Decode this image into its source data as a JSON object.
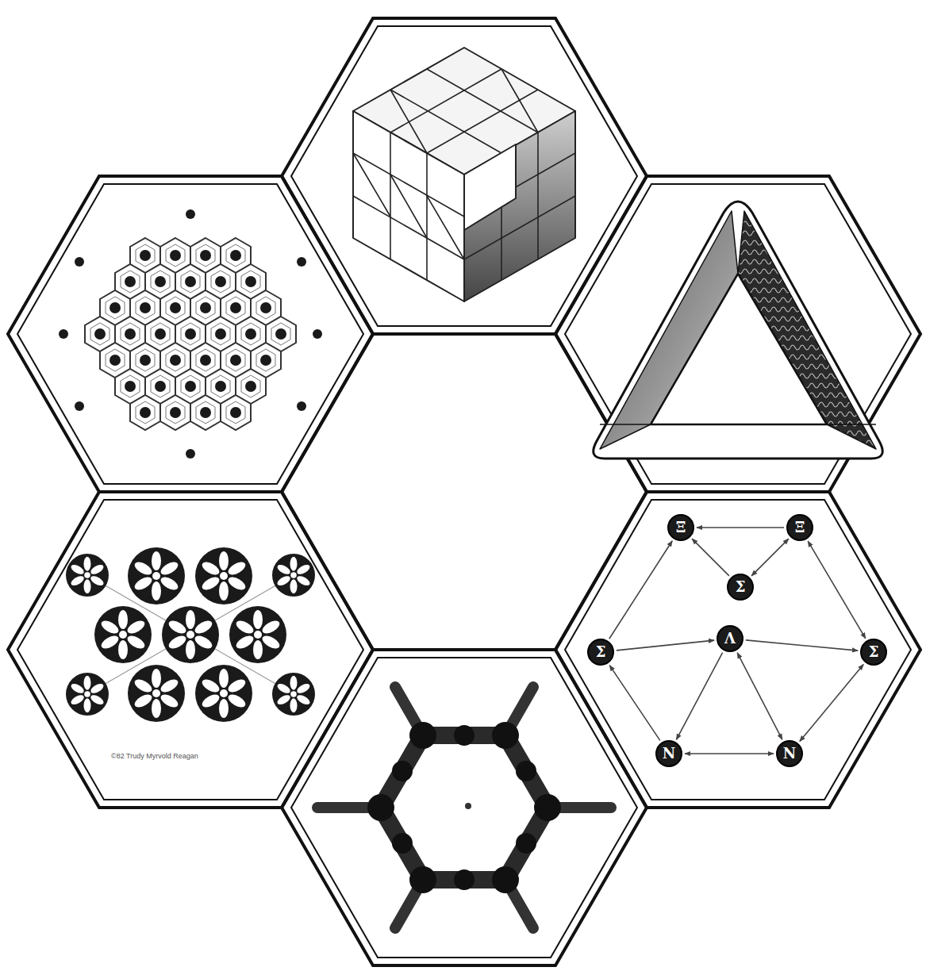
{
  "diagram": {
    "nodes": [
      {
        "text": [
          "Ξ"
        ]
      },
      {
        "text": [
          "Ξ"
        ]
      },
      {
        "text": [
          "Σ"
        ]
      },
      {
        "text": [
          "Σ"
        ]
      },
      {
        "text": [
          "Λ"
        ]
      },
      {
        "text": [
          "Σ"
        ]
      },
      {
        "text": [
          "N"
        ]
      },
      {
        "text": [
          "N"
        ]
      }
    ],
    "edges": [
      {
        "from": 1,
        "to": 0,
        "arrow": "to"
      },
      {
        "from": 3,
        "to": 0,
        "arrow": "to"
      },
      {
        "from": 1,
        "to": 5,
        "arrow": "both"
      },
      {
        "from": 2,
        "to": 0,
        "arrow": "to"
      },
      {
        "from": 1,
        "to": 2,
        "arrow": "both"
      },
      {
        "from": 3,
        "to": 4,
        "arrow": "to"
      },
      {
        "from": 4,
        "to": 5,
        "arrow": "to"
      },
      {
        "from": 4,
        "to": 6,
        "arrow": "to"
      },
      {
        "from": 7,
        "to": 4,
        "arrow": "both"
      },
      {
        "from": 6,
        "to": 3,
        "arrow": "to"
      },
      {
        "from": 7,
        "to": 5,
        "arrow": "both"
      },
      {
        "from": 6,
        "to": 7,
        "arrow": "both"
      }
    ],
    "labels": [
      "©82 Trudy Myrvold Reagan"
    ]
  }
}
